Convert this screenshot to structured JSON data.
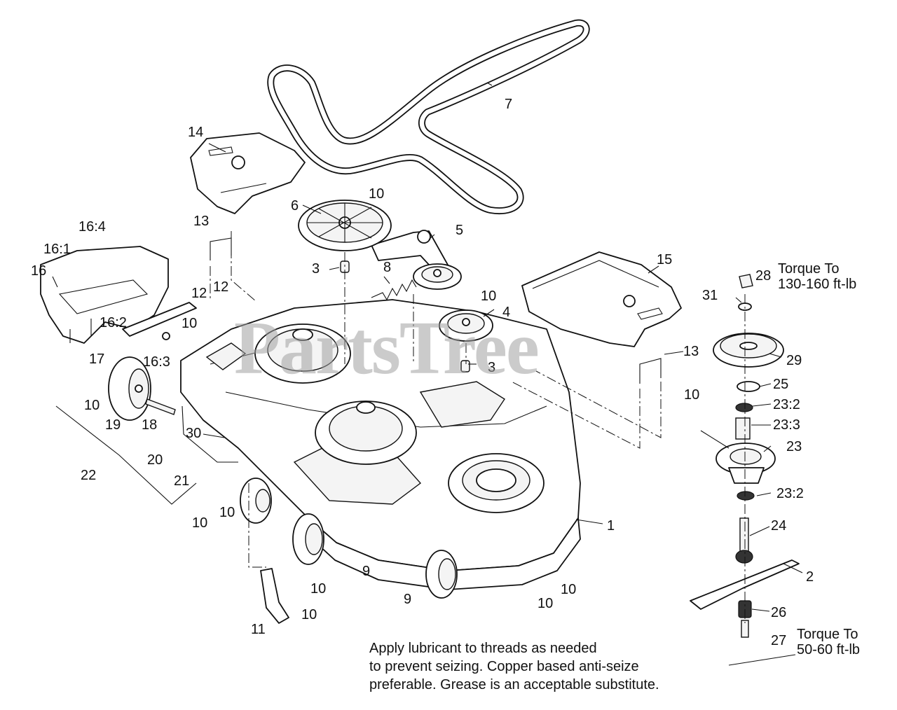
{
  "watermark": "PartsTree",
  "callouts": [
    {
      "id": "c1",
      "label": "1"
    },
    {
      "id": "c2",
      "label": "2"
    },
    {
      "id": "c3a",
      "label": "3"
    },
    {
      "id": "c3b",
      "label": "3"
    },
    {
      "id": "c4",
      "label": "4"
    },
    {
      "id": "c5",
      "label": "5"
    },
    {
      "id": "c6",
      "label": "6"
    },
    {
      "id": "c7",
      "label": "7"
    },
    {
      "id": "c8",
      "label": "8"
    },
    {
      "id": "c9a",
      "label": "9"
    },
    {
      "id": "c9b",
      "label": "9"
    },
    {
      "id": "c10a",
      "label": "10"
    },
    {
      "id": "c10b",
      "label": "10"
    },
    {
      "id": "c10c",
      "label": "10"
    },
    {
      "id": "c10d",
      "label": "10"
    },
    {
      "id": "c10e",
      "label": "10"
    },
    {
      "id": "c10f",
      "label": "10"
    },
    {
      "id": "c10g",
      "label": "10"
    },
    {
      "id": "c10h",
      "label": "10"
    },
    {
      "id": "c10i",
      "label": "10"
    },
    {
      "id": "c10j",
      "label": "10"
    },
    {
      "id": "c10k",
      "label": "10"
    },
    {
      "id": "c11",
      "label": "11"
    },
    {
      "id": "c12",
      "label": "12"
    },
    {
      "id": "c12b",
      "label": "12"
    },
    {
      "id": "c13a",
      "label": "13"
    },
    {
      "id": "c13b",
      "label": "13"
    },
    {
      "id": "c14",
      "label": "14"
    },
    {
      "id": "c15",
      "label": "15"
    },
    {
      "id": "c16",
      "label": "16"
    },
    {
      "id": "c161",
      "label": "16:1"
    },
    {
      "id": "c162",
      "label": "16:2"
    },
    {
      "id": "c163",
      "label": "16:3"
    },
    {
      "id": "c164",
      "label": "16:4"
    },
    {
      "id": "c17",
      "label": "17"
    },
    {
      "id": "c18",
      "label": "18"
    },
    {
      "id": "c19",
      "label": "19"
    },
    {
      "id": "c20",
      "label": "20"
    },
    {
      "id": "c21",
      "label": "21"
    },
    {
      "id": "c22",
      "label": "22"
    },
    {
      "id": "c23",
      "label": "23"
    },
    {
      "id": "c232a",
      "label": "23:2"
    },
    {
      "id": "c232b",
      "label": "23:2"
    },
    {
      "id": "c233",
      "label": "23:3"
    },
    {
      "id": "c24",
      "label": "24"
    },
    {
      "id": "c25",
      "label": "25"
    },
    {
      "id": "c26",
      "label": "26"
    },
    {
      "id": "c27",
      "label": "27"
    },
    {
      "id": "c28",
      "label": "28"
    },
    {
      "id": "c29",
      "label": "29"
    },
    {
      "id": "c30",
      "label": "30"
    },
    {
      "id": "c31",
      "label": "31"
    }
  ],
  "torque_notes": {
    "upper": {
      "line1": "Torque To",
      "line2": "130-160 ft-lb"
    },
    "lower": {
      "line1": "Torque To",
      "line2": "50-60 ft-lb"
    }
  },
  "note_lines": [
    "Apply lubricant to threads as needed",
    "to prevent seizing. Copper based anti-seize",
    "preferable. Grease is an acceptable substitute."
  ]
}
